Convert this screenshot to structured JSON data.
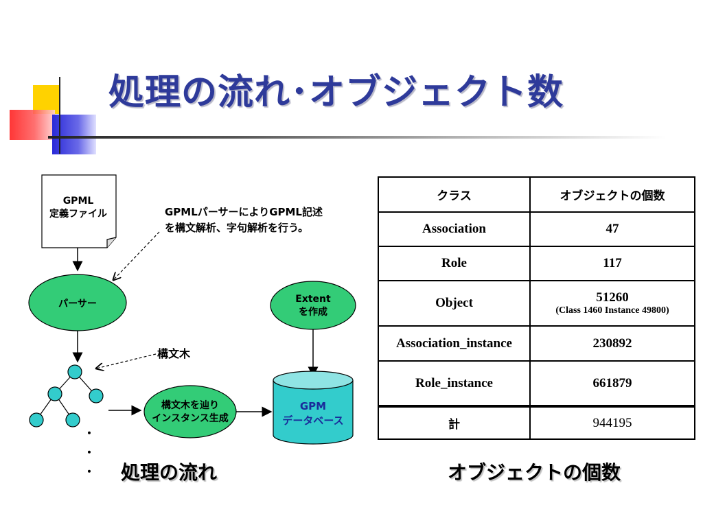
{
  "title": "処理の流れ･オブジェクト数",
  "flow": {
    "file_label_line1": "GPML",
    "file_label_line2": "定義ファイル",
    "parser_label": "パーサー",
    "parser_note_line1": "GPMLパーサーによりGPML記述",
    "parser_note_line2": "を構文解析、字句解析を行う。",
    "tree_note": "構文木",
    "traverse_line1": "構文木を辿り",
    "traverse_line2": "インスタンス生成",
    "extent_line1": "Extent",
    "extent_line2": "を作成",
    "db_line1": "GPM",
    "db_line2": "データベース",
    "ellipsis": [
      "・",
      "・",
      "・"
    ],
    "caption": "処理の流れ"
  },
  "table": {
    "header": [
      "クラス",
      "オブジェクトの個数"
    ],
    "rows": [
      {
        "class": "Association",
        "count": "47"
      },
      {
        "class": "Role",
        "count": "117"
      },
      {
        "class": "Object",
        "count": "51260",
        "detail": "(Class 1460 Instance 49800)"
      },
      {
        "class": "Association_instance",
        "count": "230892"
      },
      {
        "class": "Role_instance",
        "count": "661879"
      }
    ],
    "total": {
      "label": "計",
      "count": "944195"
    },
    "caption": "オブジェクトの個数"
  },
  "colors": {
    "title": "#2e3a9a",
    "node_green": "#33cc77",
    "db_teal": "#33cccc",
    "db_text": "#1a2b9a"
  }
}
